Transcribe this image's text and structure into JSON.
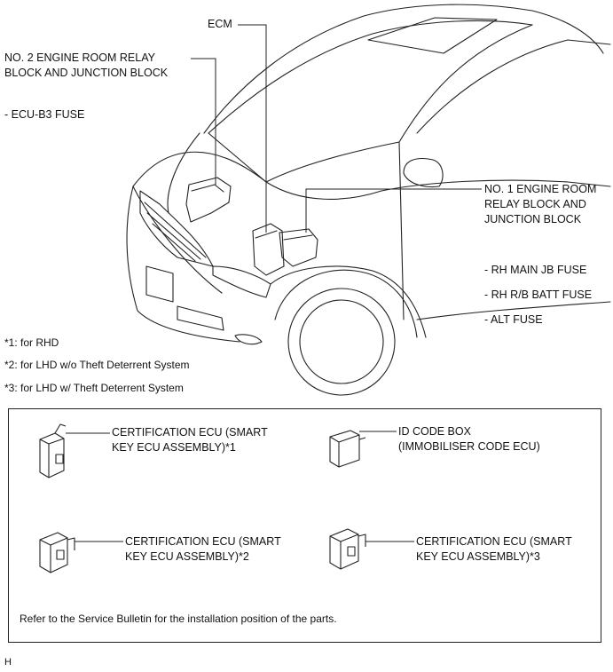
{
  "labels": {
    "ecm": "ECM",
    "no2_line1": "NO. 2 ENGINE ROOM RELAY",
    "no2_line2": "BLOCK AND JUNCTION BLOCK",
    "no2_fuse": "- ECU-B3 FUSE",
    "no1_line1": "NO. 1 ENGINE ROOM",
    "no1_line2": "RELAY BLOCK AND",
    "no1_line3": "JUNCTION BLOCK",
    "fuse_rh_main": "- RH MAIN JB FUSE",
    "fuse_rh_rb": "- RH R/B BATT FUSE",
    "fuse_alt": "- ALT FUSE"
  },
  "footnotes": {
    "n1": "*1: for RHD",
    "n2": "*2: for LHD w/o Theft Deterrent System",
    "n3": "*3: for LHD w/ Theft Deterrent System"
  },
  "parts": {
    "cert1_line1": "CERTIFICATION ECU (SMART",
    "cert1_line2": "KEY ECU ASSEMBLY)*1",
    "idcode_line1": "ID CODE BOX",
    "idcode_line2": "(IMMOBILISER CODE ECU)",
    "cert2_line1": "CERTIFICATION ECU (SMART",
    "cert2_line2": "KEY ECU ASSEMBLY)*2",
    "cert3_line1": "CERTIFICATION ECU (SMART",
    "cert3_line2": "KEY ECU ASSEMBLY)*3",
    "note": "Refer to the Service Bulletin for the installation position of the parts."
  },
  "figure_code": "H"
}
